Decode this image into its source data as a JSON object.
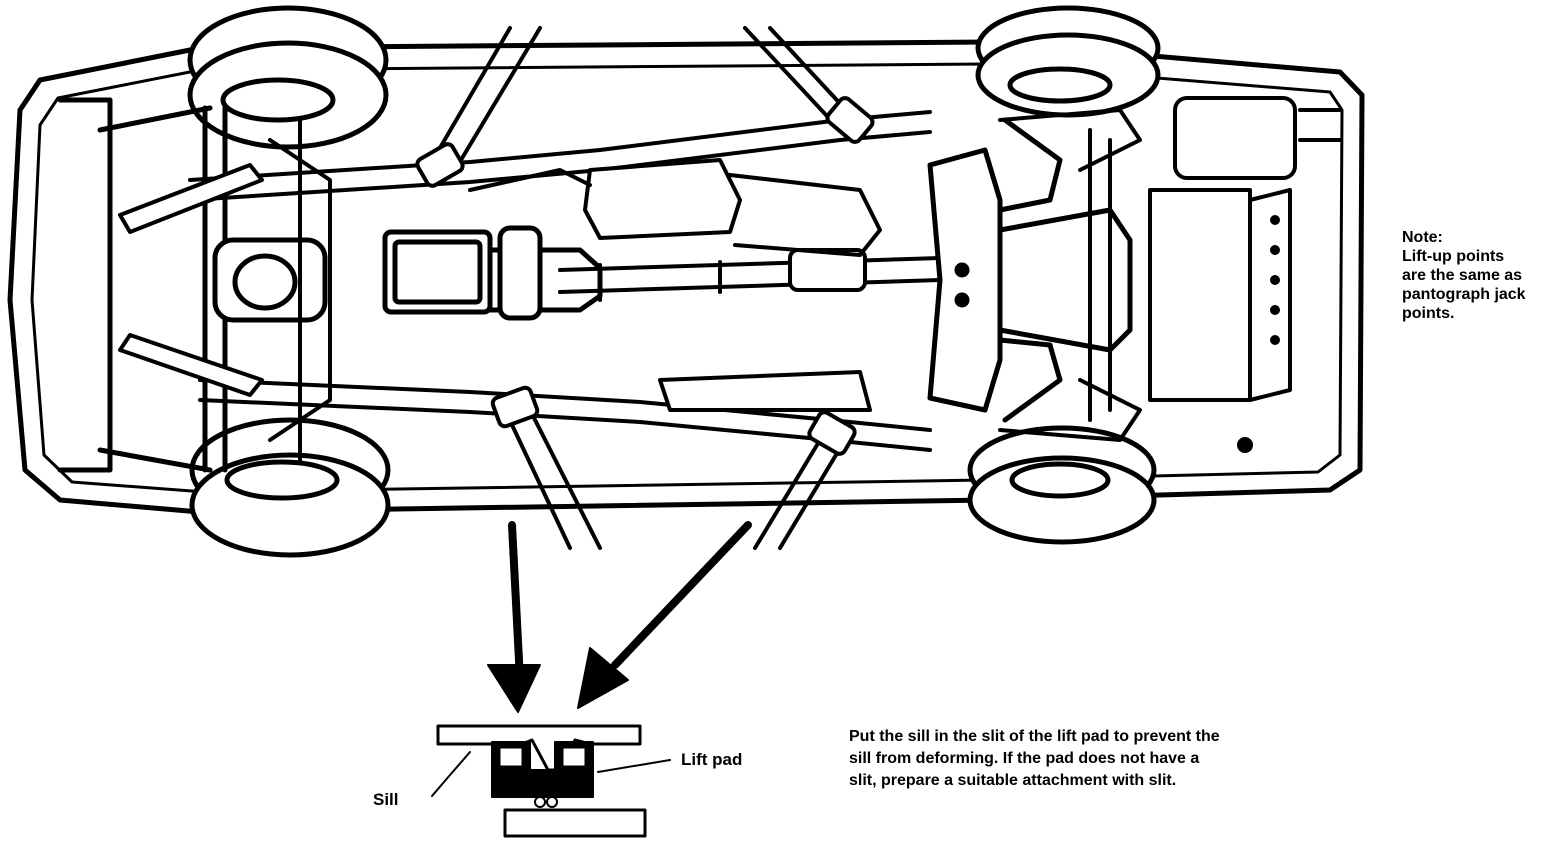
{
  "labels": {
    "lift_pad": "Lift pad",
    "sill": "Sill"
  },
  "note": {
    "lines": [
      "Note:",
      "Lift-up points",
      "are the same as",
      "pantograph jack",
      "points."
    ]
  },
  "instruction": {
    "lines": [
      "Put the sill in the slit of the lift pad to prevent the",
      "sill from deforming.  If the pad does not have a",
      "slit, prepare a suitable attachment with slit."
    ]
  },
  "colors": {
    "ink": "#000000",
    "paper": "#ffffff"
  }
}
